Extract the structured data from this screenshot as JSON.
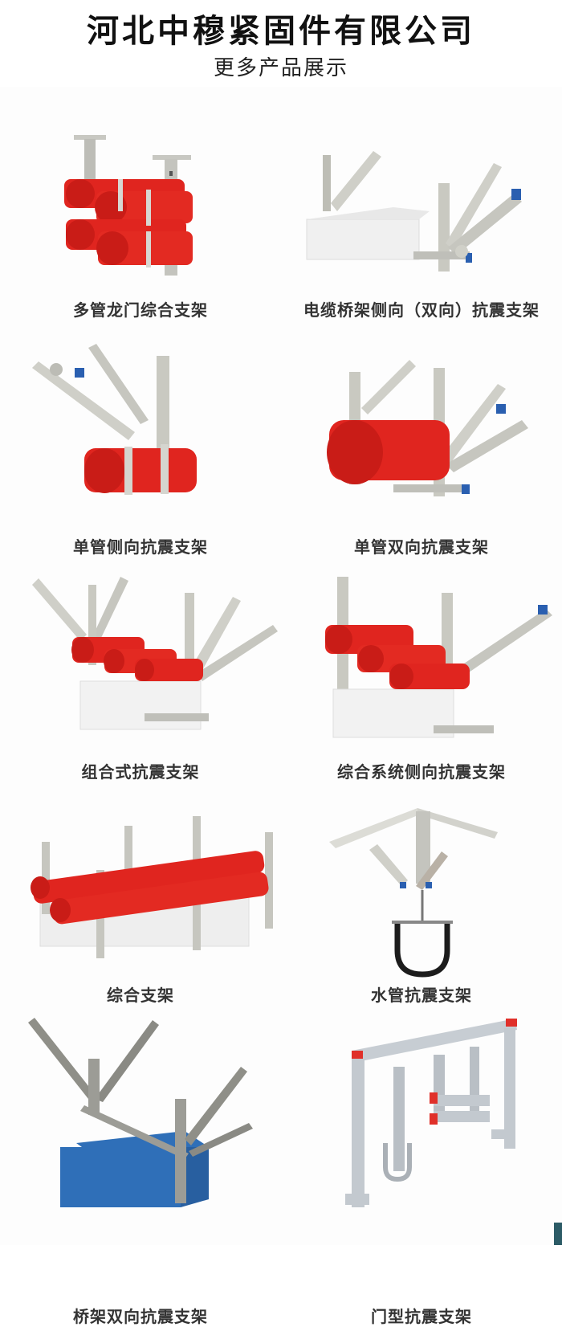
{
  "header": {
    "company_name": "河北中穆紧固件有限公司",
    "subtitle": "更多产品展示"
  },
  "products": [
    {
      "name": "多管龙门综合支架",
      "image": "multi-pipe-gantry-support-image"
    },
    {
      "name": "电缆桥架侧向（双向）抗震支架",
      "image": "cable-tray-seismic-support-image"
    },
    {
      "name": "单管侧向抗震支架",
      "image": "single-pipe-lateral-seismic-support-image"
    },
    {
      "name": "单管双向抗震支架",
      "image": "single-pipe-bidirectional-seismic-support-image"
    },
    {
      "name": "组合式抗震支架",
      "image": "combined-seismic-support-image"
    },
    {
      "name": "综合系统侧向抗震支架",
      "image": "integrated-system-lateral-seismic-support-image"
    },
    {
      "name": "综合支架",
      "image": "integrated-support-image"
    },
    {
      "name": "水管抗震支架",
      "image": "water-pipe-seismic-support-image"
    },
    {
      "name": "桥架双向抗震支架",
      "image": "tray-bidirectional-seismic-support-image"
    },
    {
      "name": "门型抗震支架",
      "image": "portal-seismic-support-image"
    }
  ],
  "colors": {
    "pipe_red": "#e0251f",
    "steel": "#c9c9c4",
    "duct_blue": "#2f6fb8",
    "end_cap_blue": "#2a5fb0",
    "caption_text": "#333333"
  }
}
